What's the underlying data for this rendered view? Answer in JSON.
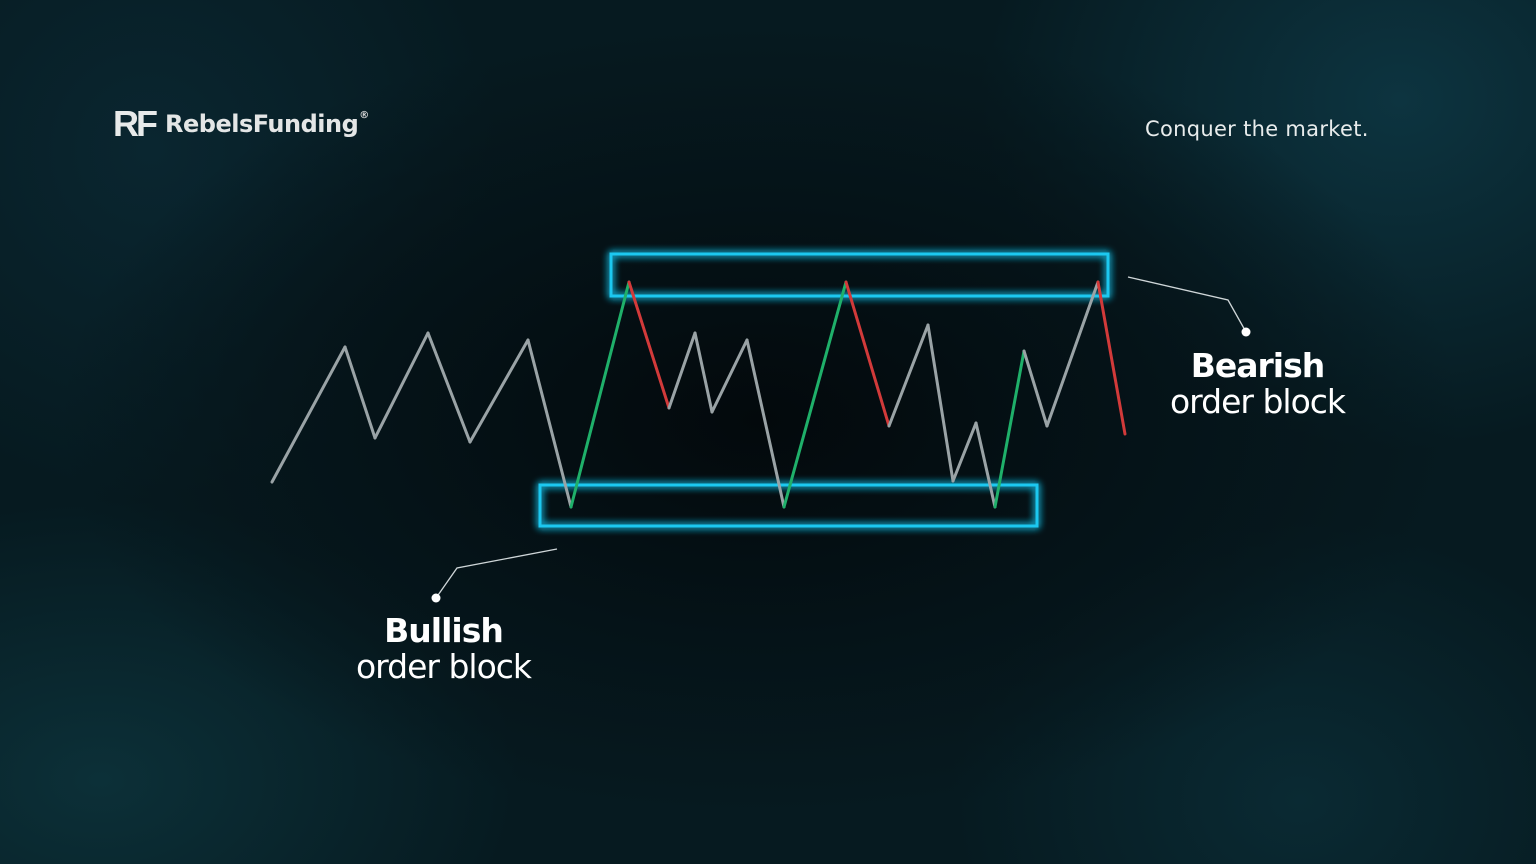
{
  "brand": {
    "logo_mark": "RF",
    "name": "RebelsFunding",
    "registered": "®"
  },
  "tagline": "Conquer the market.",
  "labels": {
    "bearish": {
      "title": "Bearish",
      "subtitle": "order block"
    },
    "bullish": {
      "title": "Bullish",
      "subtitle": "order block"
    }
  },
  "colors": {
    "box": "#1ec8f0",
    "up": "#1fb06a",
    "down": "#d23a3a",
    "neutral": "#9aa3a6"
  }
}
